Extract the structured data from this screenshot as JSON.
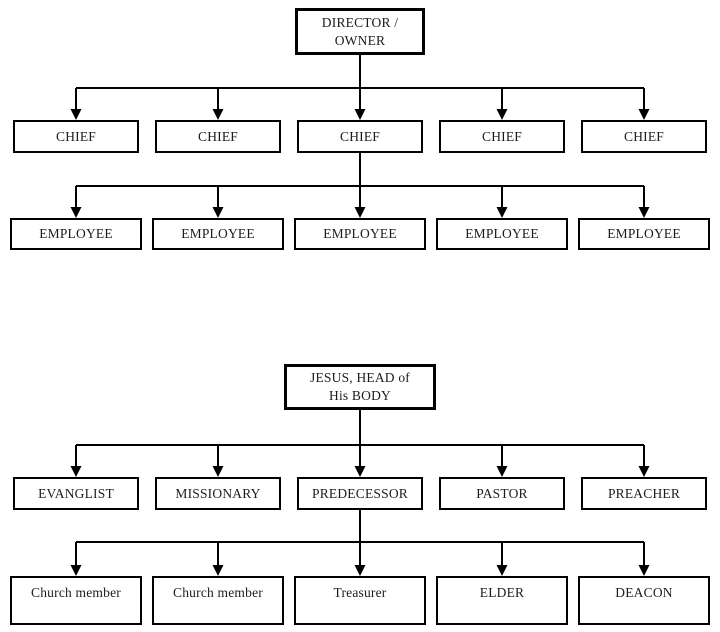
{
  "colors": {
    "background": "#ffffff",
    "line": "#000000",
    "text": "#1c1c1c"
  },
  "secular_chart": {
    "root": {
      "line1": "DIRECTOR /",
      "line2": "OWNER"
    },
    "managers": [
      "CHIEF",
      "CHIEF",
      "CHIEF",
      "CHIEF",
      "CHIEF"
    ],
    "staff": [
      "EMPLOYEE",
      "EMPLOYEE",
      "EMPLOYEE",
      "EMPLOYEE",
      "EMPLOYEE"
    ]
  },
  "church_chart": {
    "root": {
      "line1": "JESUS, HEAD of",
      "line2": "His BODY"
    },
    "leaders": [
      "EVANGLIST",
      "MISSIONARY",
      "PREDECESSOR",
      "PASTOR",
      "PREACHER"
    ],
    "members": [
      "Church member",
      "Church member",
      "Treasurer",
      "ELDER",
      "DEACON"
    ]
  }
}
